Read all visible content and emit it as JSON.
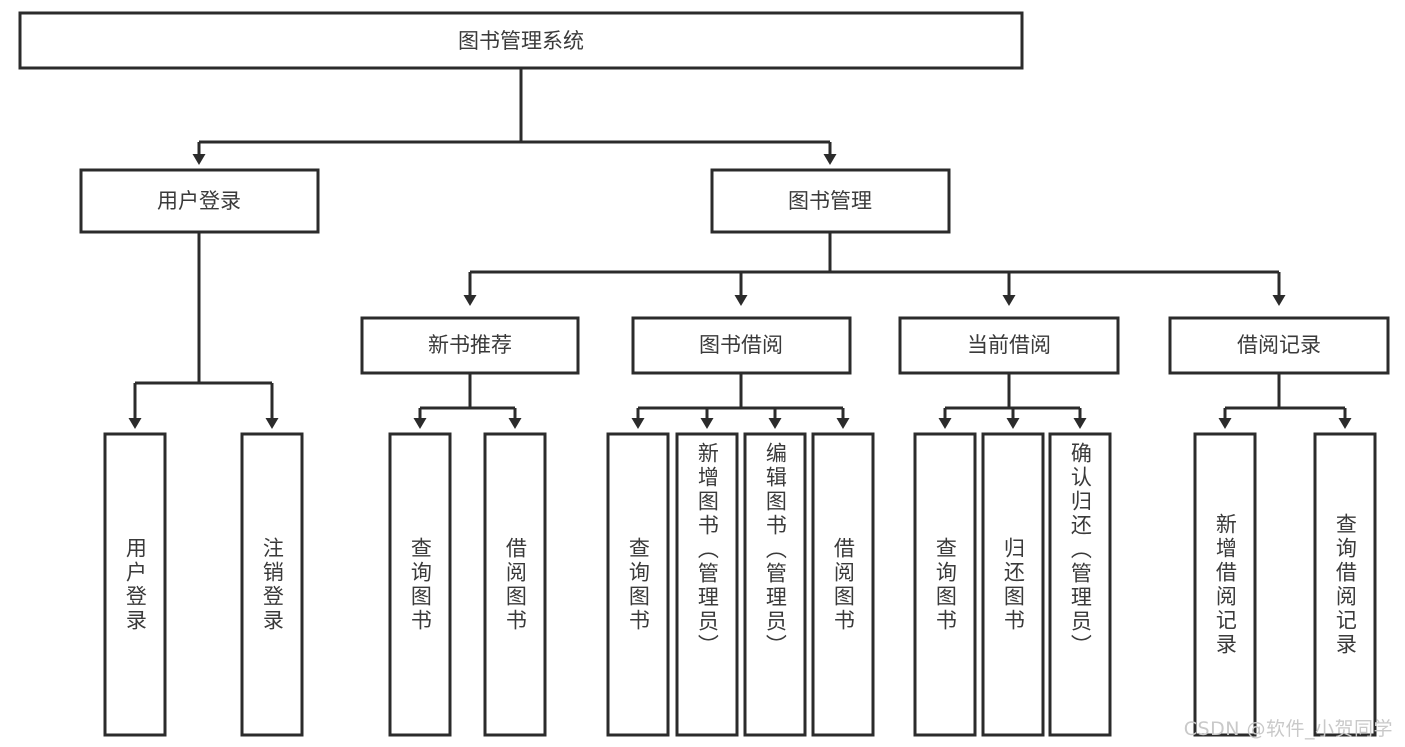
{
  "diagram": {
    "type": "tree-hierarchy",
    "title": "图书管理系统",
    "orientation": "top-down",
    "watermark": "CSDN @软件_小贺同学",
    "colors": {
      "background": "#ffffff",
      "box_fill": "#ffffff",
      "box_stroke": "#2b2b2b",
      "connector": "#2b2b2b",
      "text": "#3a3a3a",
      "watermark": "#c9c9c9"
    },
    "root": {
      "id": "root",
      "label": "图书管理系统"
    },
    "level2": [
      {
        "id": "user-login",
        "label": "用户登录"
      },
      {
        "id": "book-management",
        "label": "图书管理"
      }
    ],
    "level3": [
      {
        "id": "new-book-recommend",
        "label": "新书推荐",
        "parent": "book-management"
      },
      {
        "id": "book-borrow",
        "label": "图书借阅",
        "parent": "book-management"
      },
      {
        "id": "current-borrow",
        "label": "当前借阅",
        "parent": "book-management"
      },
      {
        "id": "borrow-records",
        "label": "借阅记录",
        "parent": "book-management"
      }
    ],
    "leaves": {
      "user_login": [
        {
          "id": "leaf-user-login",
          "label": "用户登录"
        },
        {
          "id": "leaf-logout-login",
          "label": "注销登录"
        }
      ],
      "new_book_recommend": [
        {
          "id": "leaf-query-book-1",
          "label": "查询图书"
        },
        {
          "id": "leaf-borrow-book-1",
          "label": "借阅图书"
        }
      ],
      "book_borrow": [
        {
          "id": "leaf-query-book-2",
          "label": "查询图书"
        },
        {
          "id": "leaf-add-book",
          "label": "新增图书（管理员）"
        },
        {
          "id": "leaf-edit-book",
          "label": "编辑图书（管理员）"
        },
        {
          "id": "leaf-borrow-book-2",
          "label": "借阅图书"
        }
      ],
      "current_borrow": [
        {
          "id": "leaf-query-book-3",
          "label": "查询图书"
        },
        {
          "id": "leaf-return-book",
          "label": "归还图书"
        },
        {
          "id": "leaf-confirm-return",
          "label": "确认归还（管理员）"
        }
      ],
      "borrow_records": [
        {
          "id": "leaf-add-record",
          "label": "新增借阅记录"
        },
        {
          "id": "leaf-query-record",
          "label": "查询借阅记录"
        }
      ]
    }
  }
}
